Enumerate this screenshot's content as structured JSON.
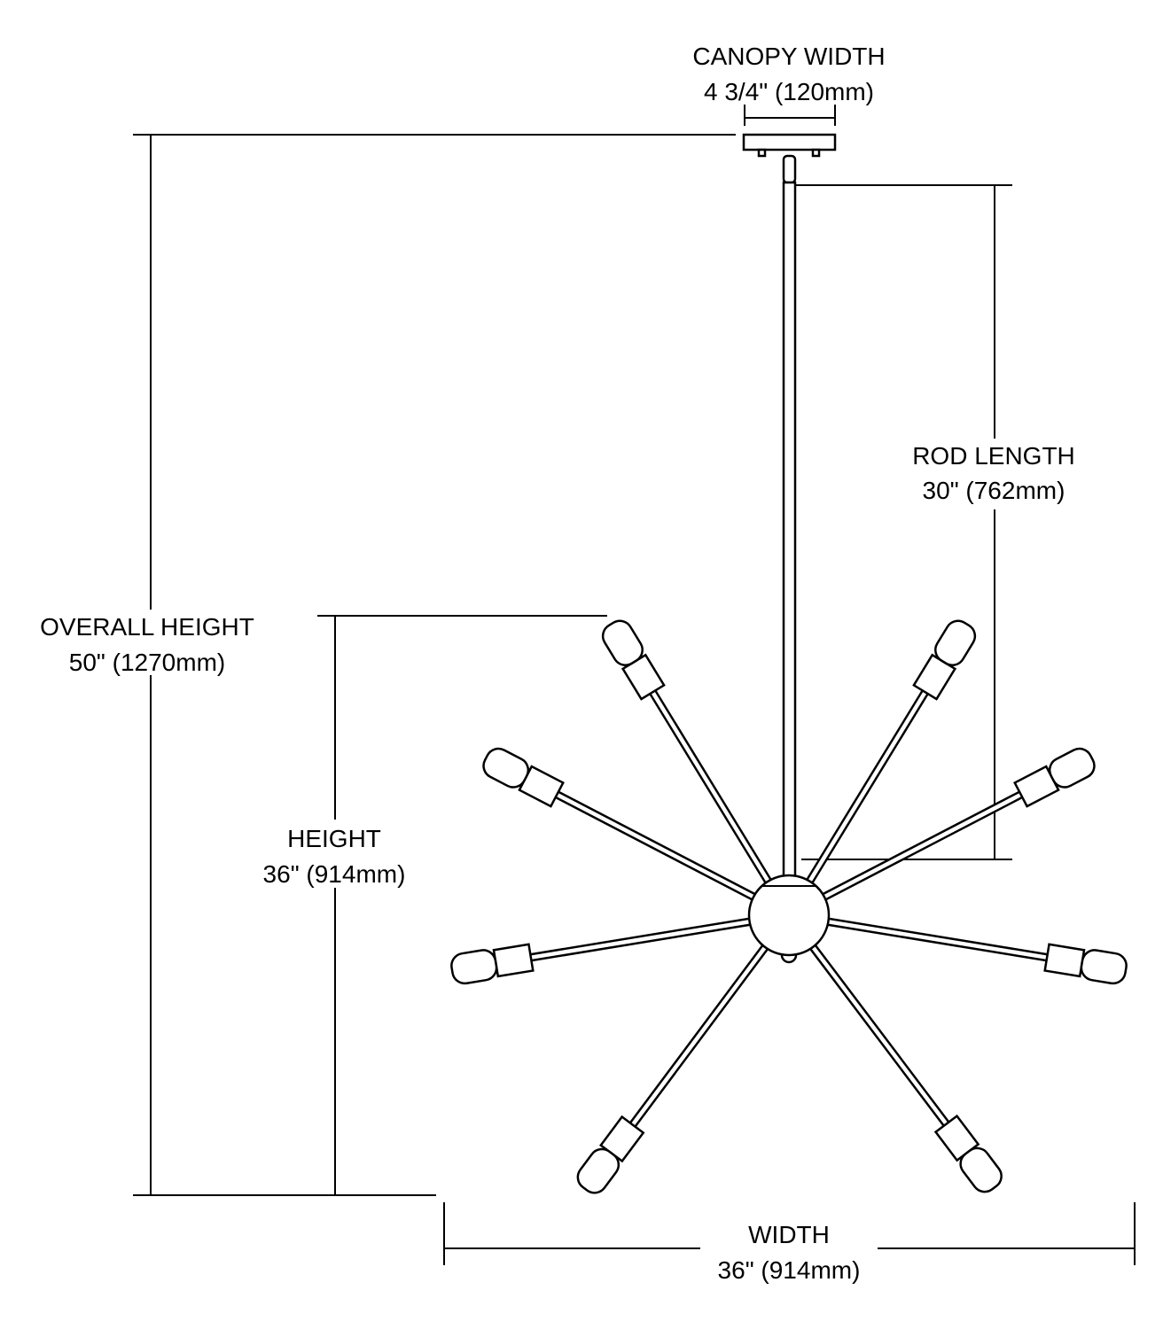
{
  "title": "Chandelier dimension drawing",
  "dimensions": {
    "canopy_width": {
      "label": "CANOPY WIDTH",
      "value": "4 3/4\" (120mm)"
    },
    "rod_length": {
      "label": "ROD LENGTH",
      "value": "30\" (762mm)"
    },
    "overall_height": {
      "label": "OVERALL HEIGHT",
      "value": "50\" (1270mm)"
    },
    "height": {
      "label": "HEIGHT",
      "value": "36\" (914mm)"
    },
    "width": {
      "label": "WIDTH",
      "value": "36\" (914mm)"
    }
  },
  "fixture": {
    "arm_count": 8
  }
}
